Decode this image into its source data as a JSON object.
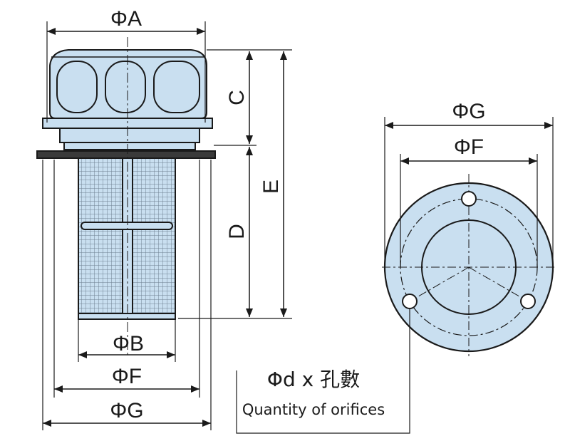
{
  "labels": {
    "phi_a": "ΦA",
    "phi_b": "ΦB",
    "phi_f": "ΦF",
    "phi_g": "ΦG",
    "dim_c": "C",
    "dim_d": "D",
    "dim_e": "E",
    "end_phi_g": "ΦG",
    "end_phi_f": "ΦF",
    "orifice_note": "Φd x 孔數",
    "orifice_note_en": "Quantity of orifices"
  },
  "colors": {
    "fill": "#c9dff0",
    "stroke": "#1a1a1a",
    "mesh": "#6d7f90"
  }
}
